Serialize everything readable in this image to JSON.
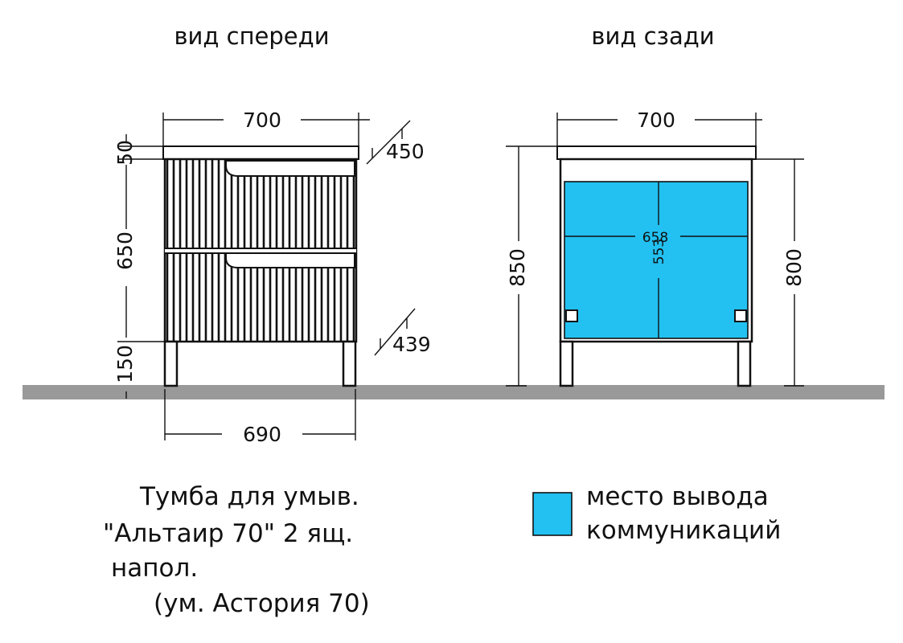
{
  "views": {
    "front": {
      "title": "вид спереди",
      "width_top": "700",
      "width_bottom": "690",
      "depth_top": "450",
      "depth_legs": "439",
      "top_thickness": "50",
      "body_height": "650",
      "legs_height": "150"
    },
    "back": {
      "title": "вид сзади",
      "width_top": "700",
      "total_height": "850",
      "body_height": "800",
      "zone_width": "658",
      "zone_height": "553"
    }
  },
  "caption": {
    "line1": "Тумба для умыв.",
    "line2": "\"Альтаир 70\" 2 ящ.",
    "line3": "напол.",
    "line4": "(ум. Астория 70)"
  },
  "legend": {
    "line1": "место вывода",
    "line2": "коммуникаций",
    "color": "#22c1f2"
  },
  "colors": {
    "floor": "#999999",
    "zone": "#22c1f2"
  }
}
